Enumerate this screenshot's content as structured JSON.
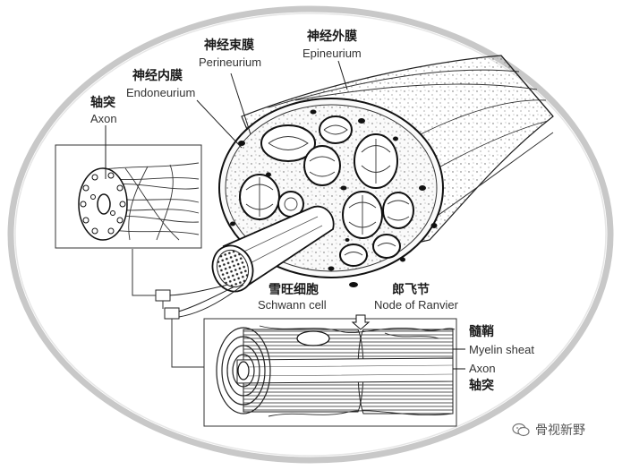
{
  "labels": {
    "perineurium_zh": "神经束膜",
    "perineurium_en": "Perineurium",
    "epineurium_zh": "神经外膜",
    "epineurium_en": "Epineurium",
    "endoneurium_zh": "神经内膜",
    "endoneurium_en": "Endoneurium",
    "axon_top_zh": "轴突",
    "axon_top_en": "Axon",
    "schwann_zh": "雪旺细胞",
    "schwann_en": "Schwann cell",
    "ranvier_zh": "郎飞节",
    "ranvier_en": "Node of Ranvier",
    "myelin_zh": "髓鞘",
    "myelin_en": "Myelin sheat",
    "axon_bottom_en": "Axon",
    "axon_bottom_zh": "轴突"
  },
  "watermark": {
    "icon": "wechat-icon",
    "text": "骨视新野"
  }
}
